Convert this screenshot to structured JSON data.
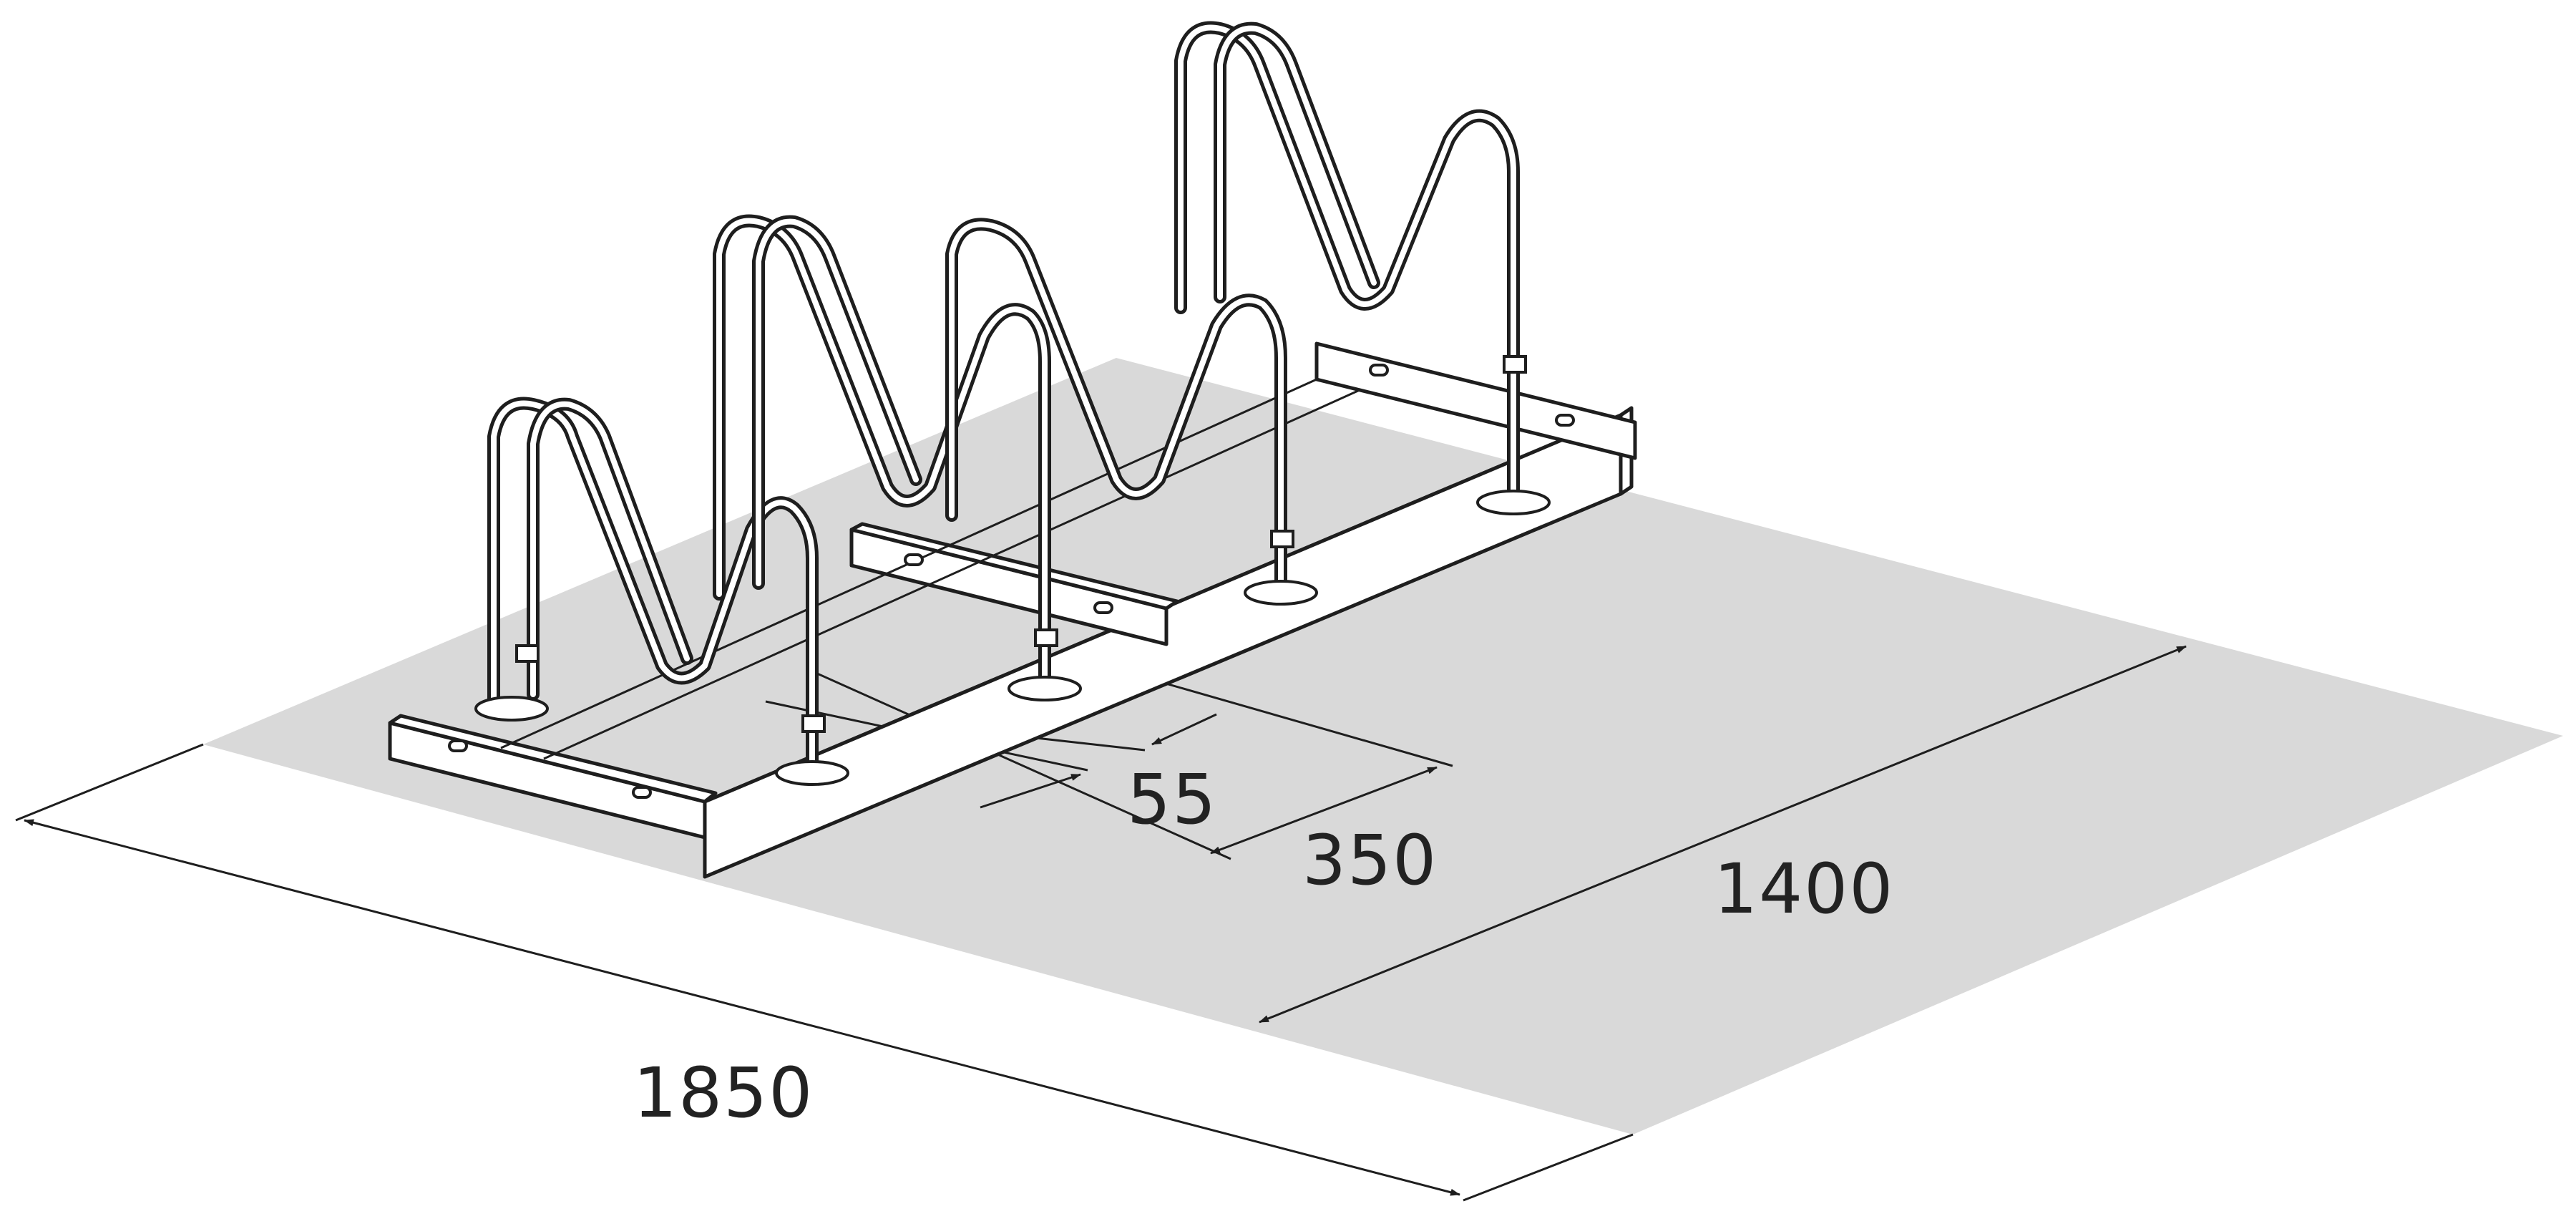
{
  "dimensions": {
    "length": "1850",
    "depth": "1400",
    "spacing": "350",
    "offset": "55"
  },
  "colors": {
    "footprint": "#d9d9d9",
    "line": "#1e1e1e",
    "background": "#ffffff"
  }
}
